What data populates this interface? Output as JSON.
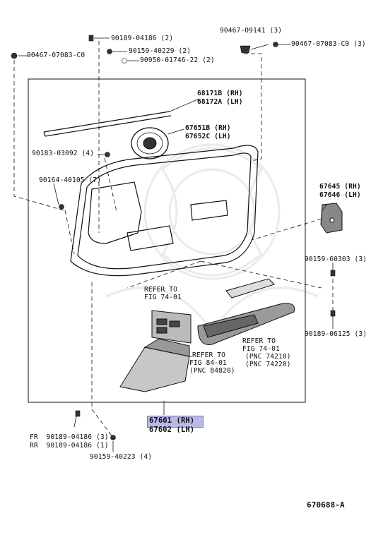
{
  "diagram_code": "670688-A",
  "main_part": {
    "rh": "67601 (RH)",
    "lh": "67602 (LH)",
    "highlight_color": "#b9b9e6"
  },
  "parts": {
    "p_90467_07083_left": "90467-07083-C0",
    "p_90189_04186_top": "90189-04186 (2)",
    "p_90159_40229": "90159-40229 (2)",
    "p_90950_01746": "90950-01746-22 (2)",
    "p_90467_09141": "90467-09141 (3)",
    "p_90467_07083_right": "90467-07083-C0 (3)",
    "p_68171b": "68171B (RH)",
    "p_68172a": "68172A (LH)",
    "p_67651b": "67651B (RH)",
    "p_67652c": "67652C (LH)",
    "p_90183_03092": "90183-03092 (4)",
    "p_90164_40105": "90164-40105 (7)",
    "p_67645": "67645 (RH)",
    "p_67646": "67646 (LH)",
    "p_90159_60303": "90159-60303 (3)",
    "p_90189_06125": "90189-06125 (3)",
    "fr_line": "FR  90189-04186 (3)",
    "rr_line": "RR  90189-04186 (1)",
    "p_90159_40223": "90159-40223 (4)"
  },
  "references": {
    "ref1_a": "REFER TO",
    "ref1_b": "FIG 74-01",
    "ref2_a": "REFER TO",
    "ref2_b": "FIG 84-01",
    "ref2_c": "(PNC 84820)",
    "ref3_a": "REFER TO",
    "ref3_b": "FIG 74-01",
    "ref3_c": "(PNC 74210)",
    "ref3_d": "(PNC 74220)"
  }
}
